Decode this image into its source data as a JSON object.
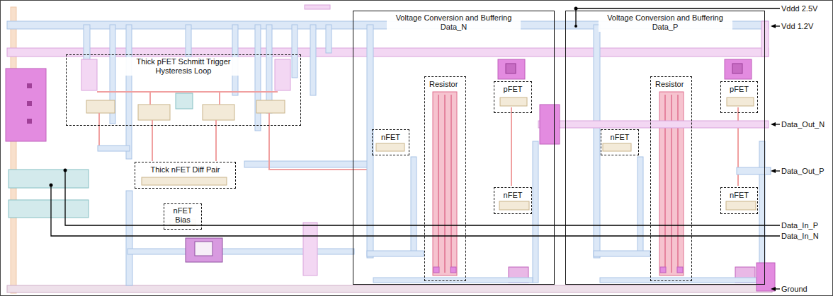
{
  "diagram": {
    "nodes": [
      {
        "text": [
          "Thick pFET Schmitt Trigger Hysteresis Loop"
        ]
      },
      {
        "text": [
          "Thick nFET Diff Pair"
        ]
      },
      {
        "text": [
          "nFET Bias"
        ]
      },
      {
        "text": [
          "Voltage Conversion and Buffering Data_N"
        ]
      },
      {
        "text": [
          "Resistor"
        ],
        "in": 3
      },
      {
        "text": [
          "pFET"
        ],
        "in": 3
      },
      {
        "text": [
          "nFET"
        ],
        "in": 3
      },
      {
        "text": [
          "nFET"
        ],
        "in": 3
      },
      {
        "text": [
          "Voltage Conversion and Buffering Data_P"
        ]
      },
      {
        "text": [
          "Resistor"
        ],
        "in": 8
      },
      {
        "text": [
          "pFET"
        ],
        "in": 8
      },
      {
        "text": [
          "nFET"
        ],
        "in": 8
      },
      {
        "text": [
          "nFET"
        ],
        "in": 8
      }
    ],
    "labels": [
      "Vddd 2.5V",
      "Vdd 1.2V",
      "Data_Out_N",
      "Data_Out_P",
      "Data_In_P",
      "Data_In_N",
      "Ground"
    ]
  }
}
